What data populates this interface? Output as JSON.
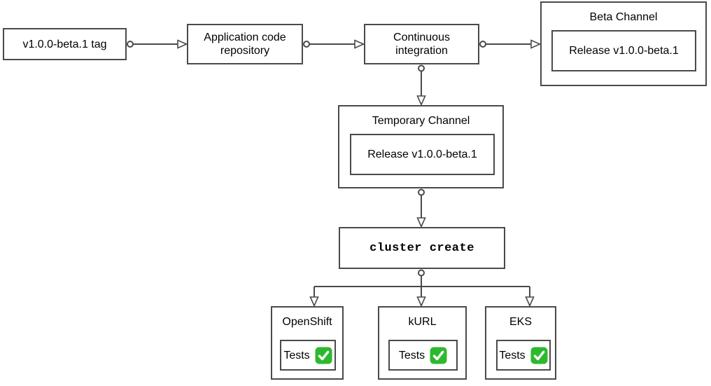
{
  "diagram": {
    "description": "Beta release CI/CD pipeline flowchart",
    "nodes": {
      "tag": {
        "label": "v1.0.0-beta.1 tag"
      },
      "repo": {
        "label": "Application code repository"
      },
      "ci": {
        "label": "Continuous integration"
      },
      "beta_channel": {
        "title": "Beta Channel",
        "release": "Release v1.0.0-beta.1"
      },
      "temp_channel": {
        "title": "Temporary Channel",
        "release": "Release v1.0.0-beta.1"
      },
      "cluster_create": {
        "label": "cluster create"
      },
      "openshift": {
        "title": "OpenShift",
        "tests_label": "Tests",
        "status_icon": "check-icon"
      },
      "kurl": {
        "title": "kURL",
        "tests_label": "Tests",
        "status_icon": "check-icon"
      },
      "eks": {
        "title": "EKS",
        "tests_label": "Tests",
        "status_icon": "check-icon"
      }
    },
    "edges": [
      "tag -> repo",
      "repo -> ci",
      "ci -> beta_channel",
      "ci -> temp_channel",
      "temp_channel -> cluster_create",
      "cluster_create -> openshift",
      "cluster_create -> kurl",
      "cluster_create -> eks"
    ],
    "theme": {
      "border_color": "#4a4a4a",
      "line_color": "#4a4a4a",
      "check_green": "#2db92d",
      "background_color": "#ffffff",
      "text_color": "#000000"
    }
  }
}
